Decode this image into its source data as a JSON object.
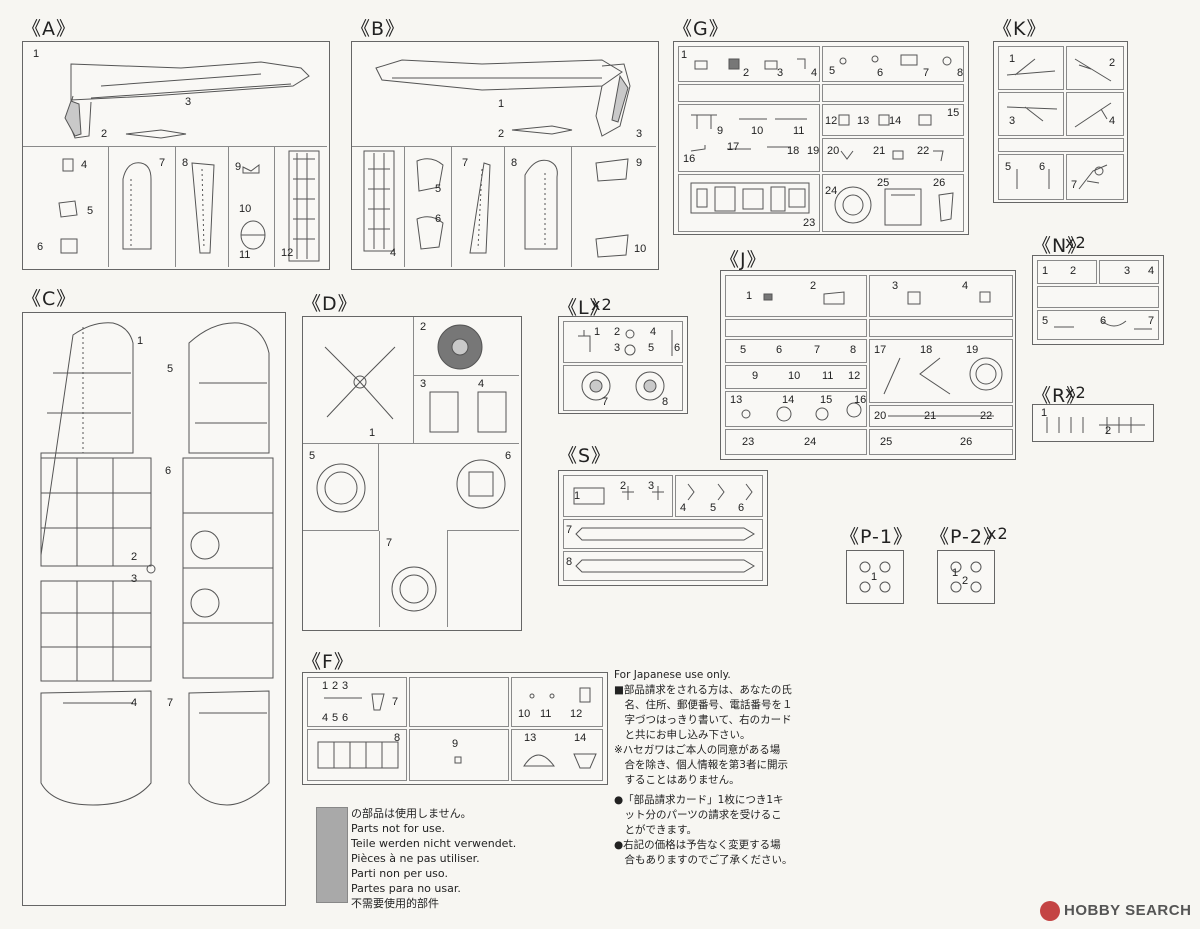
{
  "sprues": {
    "A": {
      "label": "《A》",
      "parts": [
        "1",
        "2",
        "3",
        "4",
        "5",
        "6",
        "7",
        "8",
        "9",
        "10",
        "11",
        "12"
      ]
    },
    "B": {
      "label": "《B》",
      "parts": [
        "1",
        "2",
        "3",
        "4",
        "5",
        "6",
        "7",
        "8",
        "9",
        "10"
      ]
    },
    "C": {
      "label": "《C》",
      "parts": [
        "1",
        "2",
        "3",
        "4",
        "5",
        "6",
        "7"
      ]
    },
    "D": {
      "label": "《D》",
      "parts": [
        "1",
        "2",
        "3",
        "4",
        "5",
        "6",
        "7"
      ]
    },
    "F": {
      "label": "《F》",
      "parts": [
        "1",
        "2",
        "3",
        "4",
        "5",
        "6",
        "7",
        "8",
        "9",
        "10",
        "11",
        "12",
        "13",
        "14"
      ]
    },
    "G": {
      "label": "《G》",
      "parts": [
        "1",
        "2",
        "3",
        "4",
        "5",
        "6",
        "7",
        "8",
        "9",
        "10",
        "11",
        "12",
        "13",
        "14",
        "15",
        "16",
        "17",
        "18",
        "19",
        "20",
        "21",
        "22",
        "23",
        "24",
        "25",
        "26"
      ]
    },
    "J": {
      "label": "《J》",
      "parts": [
        "1",
        "2",
        "3",
        "4",
        "5",
        "6",
        "7",
        "8",
        "9",
        "10",
        "11",
        "12",
        "13",
        "14",
        "15",
        "16",
        "17",
        "18",
        "19",
        "20",
        "21",
        "22",
        "23",
        "24",
        "25",
        "26"
      ]
    },
    "K": {
      "label": "《K》",
      "parts": [
        "1",
        "2",
        "3",
        "4",
        "5",
        "6",
        "7"
      ]
    },
    "L": {
      "label": "《L》",
      "mult": "x2",
      "parts": [
        "1",
        "2",
        "3",
        "4",
        "5",
        "6",
        "7",
        "8"
      ]
    },
    "N": {
      "label": "《N》",
      "mult": "x2",
      "parts": [
        "1",
        "2",
        "3",
        "4",
        "5",
        "6",
        "7"
      ]
    },
    "R": {
      "label": "《R》",
      "mult": "x2",
      "parts": [
        "1",
        "2"
      ]
    },
    "S": {
      "label": "《S》",
      "parts": [
        "1",
        "2",
        "3",
        "4",
        "5",
        "6",
        "7",
        "8"
      ]
    },
    "P1": {
      "label": "《P-1》",
      "parts": [
        "1"
      ]
    },
    "P2": {
      "label": "《P-2》",
      "mult": "x2",
      "parts": [
        "1",
        "2"
      ]
    }
  },
  "japan_note": {
    "heading": "For Japanese use only.",
    "lines": [
      "■部品請求をされる方は、あなたの氏",
      "　名、住所、郵便番号、電話番号を１",
      "　字づつはっきり書いて、右のカード",
      "　と共にお申し込み下さい。",
      "※ハセガワはご本人の同意がある場",
      "　合を除き、個人情報を第3者に開示",
      "　することはありません。",
      "●「部品請求カード」1枚につき1キ",
      "　ット分のパーツの請求を受けるこ",
      "　とができます。",
      "●右記の価格は予告なく変更する場",
      "　合もありますのでご了承ください。"
    ]
  },
  "legend": {
    "swatch_color": "#a9a9a9",
    "lines": [
      "の部品は使用しません。",
      "Parts not for use.",
      "Teile werden nicht verwendet.",
      "Pièces à ne pas utiliser.",
      "Parti non per uso.",
      "Partes para no usar.",
      "不需要使用的部件"
    ]
  },
  "watermark": {
    "text": "HOBBY SEARCH",
    "logo_color": "#c44444"
  }
}
